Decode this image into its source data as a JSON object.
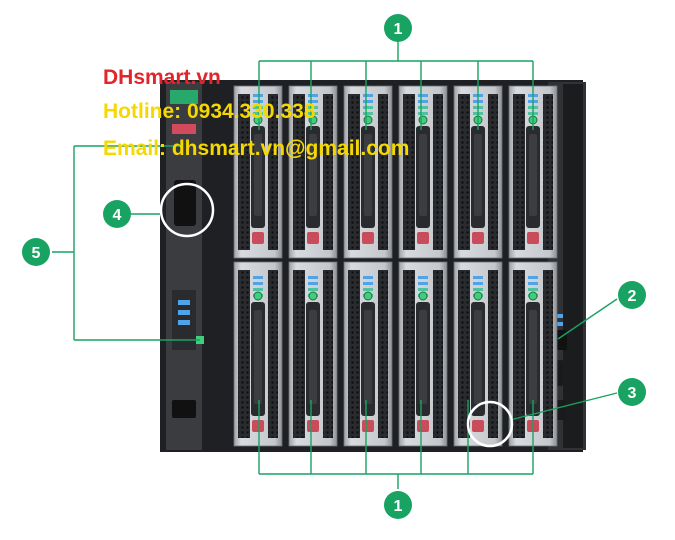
{
  "overlay": {
    "brand": "DHsmart.vn",
    "hotline": "Hotline: 0934.330.338",
    "email": "Email: dhsmart.vn@gmail.com"
  },
  "callouts": [
    {
      "label": "1",
      "target": "top-compute-modules"
    },
    {
      "label": "1",
      "target": "bottom-compute-modules"
    },
    {
      "label": "2",
      "target": "frame-link-module-port"
    },
    {
      "label": "3",
      "target": "module-latch"
    },
    {
      "label": "4",
      "target": "front-panel-display-button"
    },
    {
      "label": "5",
      "target": "appliance-bay-port"
    }
  ],
  "colors": {
    "callout": "#19a363",
    "chassis": "#2b2d30",
    "bezel": "#3a3c40",
    "blade": "#c9ccd0",
    "accent_led": "#4fc3a1",
    "latch": "#c94c5a"
  },
  "icons": [
    "server-blade-icon",
    "power-button-icon",
    "usb-port-icon"
  ]
}
